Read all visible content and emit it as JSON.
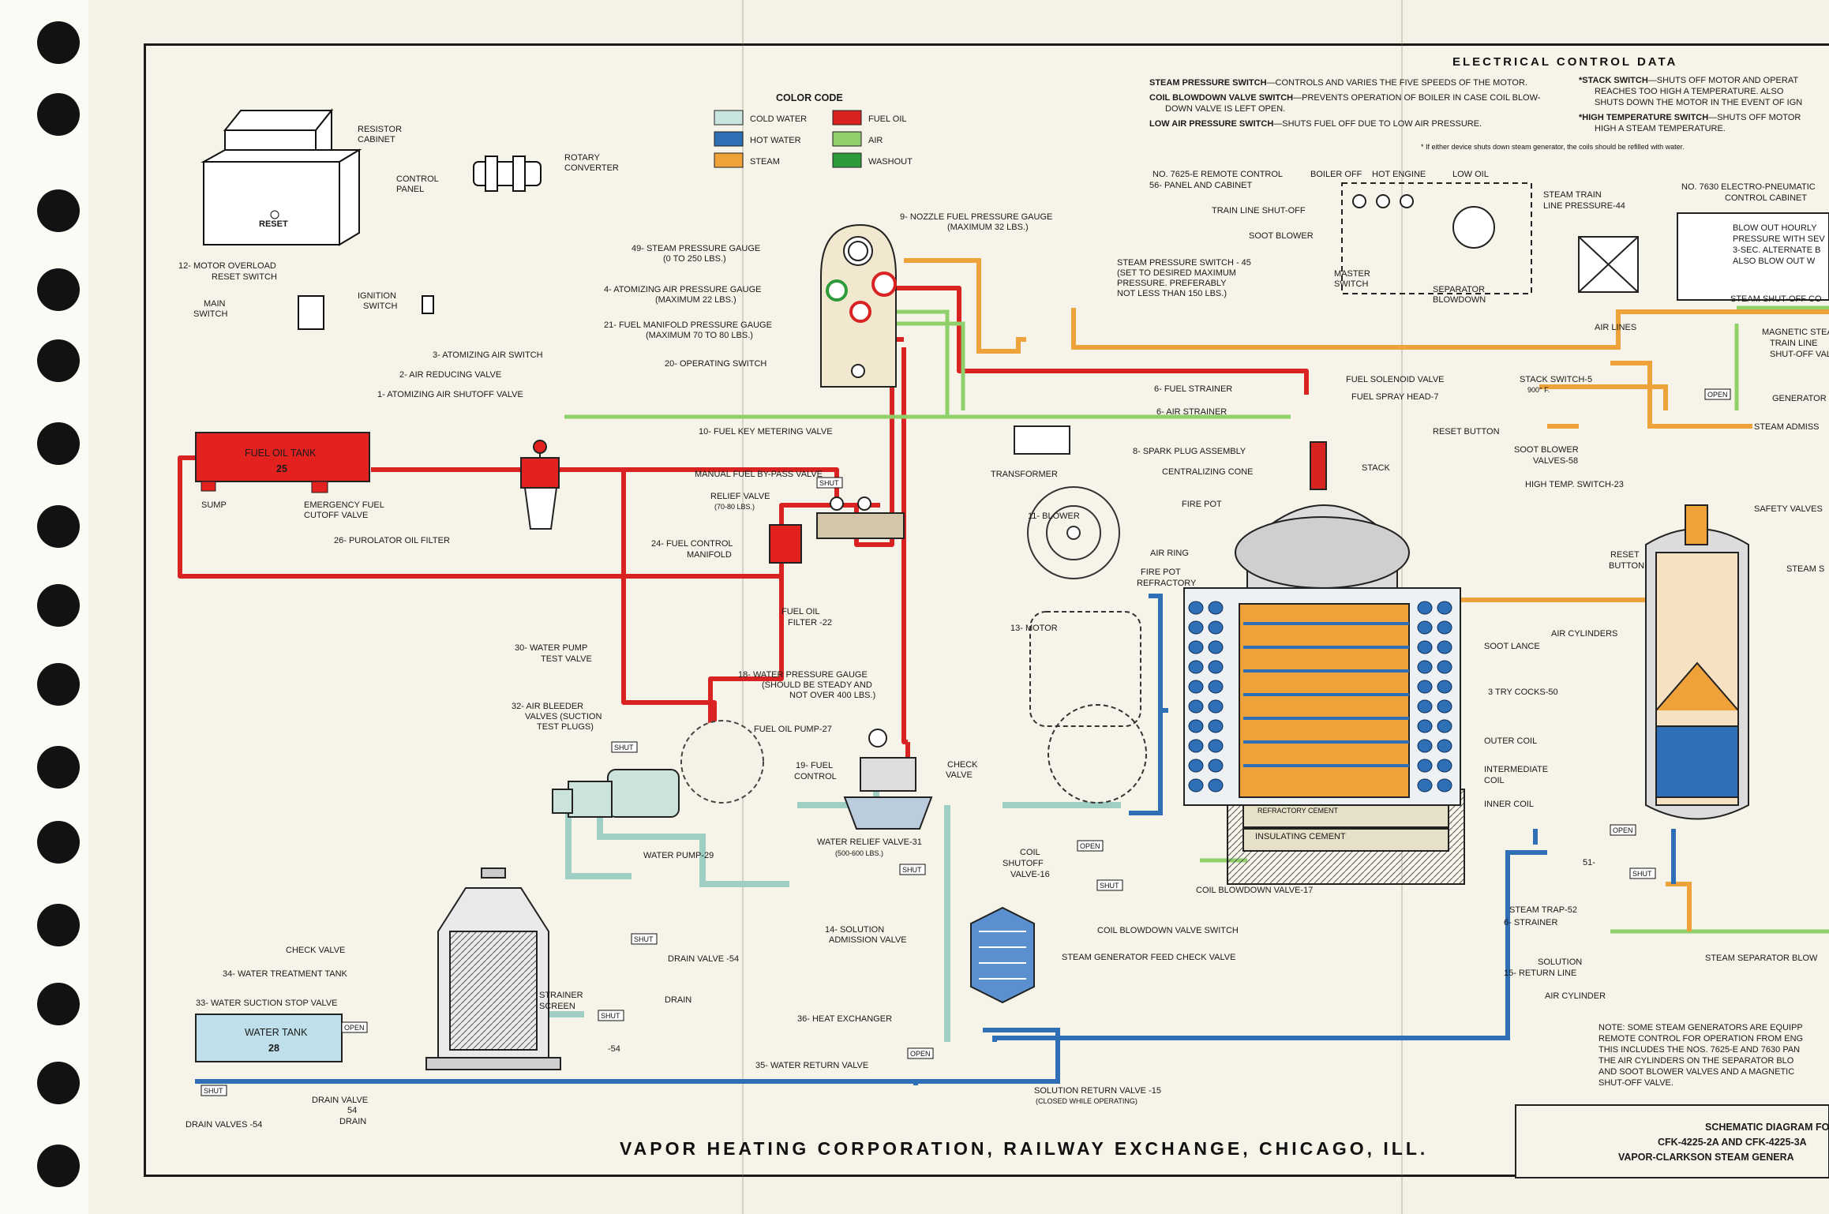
{
  "electrical": {
    "title": "ELECTRICAL CONTROL DATA",
    "lines": [
      {
        "term": "STEAM PRESSURE SWITCH",
        "text": "—CONTROLS AND VARIES THE FIVE SPEEDS OF THE MOTOR."
      },
      {
        "term": "COIL BLOWDOWN VALVE SWITCH",
        "text": "—PREVENTS OPERATION OF BOILER IN CASE COIL BLOW-"
      },
      {
        "term": "",
        "text": "DOWN VALVE IS LEFT OPEN."
      },
      {
        "term": "LOW AIR PRESSURE SWITCH",
        "text": "—SHUTS FUEL OFF DUE TO LOW AIR PRESSURE."
      }
    ],
    "right_lines": [
      {
        "term": "*STACK SWITCH",
        "text": "—SHUTS OFF MOTOR AND OPERAT"
      },
      {
        "term": "",
        "text": "REACHES TOO HIGH A TEMPERATURE. ALSO"
      },
      {
        "term": "",
        "text": "SHUTS DOWN THE MOTOR IN THE EVENT OF IGN"
      },
      {
        "term": "*HIGH TEMPERATURE SWITCH",
        "text": "—SHUTS OFF MOTOR"
      },
      {
        "term": "",
        "text": "HIGH A STEAM TEMPERATURE."
      }
    ],
    "footnote": "* If either device shuts down steam generator, the coils should be refilled with water."
  },
  "color_code": {
    "title": "COLOR CODE",
    "items": [
      {
        "label": "COLD WATER",
        "color": "#c8e6df"
      },
      {
        "label": "HOT WATER",
        "color": "#2f6fb5"
      },
      {
        "label": "STEAM",
        "color": "#f0a23a"
      },
      {
        "label": "FUEL OIL",
        "color": "#d92323"
      },
      {
        "label": "AIR",
        "color": "#8fd06a"
      },
      {
        "label": "WASHOUT",
        "color": "#2e9b3a"
      }
    ]
  },
  "labels": {
    "resistor_cabinet": [
      "RESISTOR",
      "CABINET"
    ],
    "control_panel": [
      "CONTROL",
      "PANEL"
    ],
    "rotary_converter": [
      "ROTARY",
      "CONVERTER"
    ],
    "reset": "RESET",
    "motor_overload": [
      "12- MOTOR OVERLOAD",
      "RESET SWITCH"
    ],
    "main_switch": [
      "MAIN",
      "SWITCH"
    ],
    "ignition_switch": [
      "IGNITION",
      "SWITCH"
    ],
    "nozzle_gauge": [
      "9- NOZZLE FUEL PRESSURE GAUGE",
      "(MAXIMUM 32 LBS.)"
    ],
    "steam_gauge": [
      "49- STEAM PRESSURE GAUGE",
      "(0 TO 250 LBS.)"
    ],
    "atomizing_gauge": [
      "4- ATOMIZING AIR PRESSURE GAUGE",
      "(MAXIMUM 22 LBS.)"
    ],
    "fuel_manifold_gauge": [
      "21- FUEL MANIFOLD PRESSURE GAUGE",
      "(MAXIMUM 70 TO 80 LBS.)"
    ],
    "operating_switch": "20- OPERATING SWITCH",
    "atomizing_air_switch": "3- ATOMIZING AIR SWITCH",
    "air_reducing_valve": "2- AIR REDUCING VALVE",
    "atomizing_shutoff": "1- ATOMIZING AIR SHUTOFF VALVE",
    "fuel_oil_tank": [
      "FUEL OIL TANK",
      "25"
    ],
    "sump": "SUMP",
    "emergency_cutoff": [
      "EMERGENCY FUEL",
      "CUTOFF VALVE"
    ],
    "purolator": "26- PUROLATOR OIL FILTER",
    "fuel_key_valve": "10- FUEL KEY METERING VALVE",
    "manual_bypass": "MANUAL FUEL BY-PASS VALVE",
    "relief_valve": [
      "RELIEF VALVE",
      "(70-80 LBS.)"
    ],
    "fuel_control_manifold": [
      "24- FUEL CONTROL",
      "MANIFOLD"
    ],
    "fuel_oil_filter": [
      "FUEL OIL",
      "FILTER -22"
    ],
    "water_pump_test": [
      "30- WATER PUMP",
      "TEST VALVE"
    ],
    "air_bleeder": [
      "32- AIR BLEEDER",
      "VALVES (SUCTION",
      "TEST PLUGS)"
    ],
    "water_pressure_gauge": [
      "18- WATER PRESSURE GAUGE",
      "(SHOULD BE STEADY AND",
      "NOT OVER 400 LBS.)"
    ],
    "fuel_oil_pump": "FUEL OIL PUMP-27",
    "fuel_control": [
      "19- FUEL",
      "CONTROL"
    ],
    "check_valve_mid": [
      "CHECK",
      "VALVE"
    ],
    "water_pump": "WATER PUMP-29",
    "water_relief": [
      "WATER RELIEF VALVE-31",
      "(500-600 LBS.)"
    ],
    "solution_admission": [
      "14- SOLUTION",
      "ADMISSION VALVE"
    ],
    "check_valve_left": "CHECK VALVE",
    "water_treatment_tank": "34- WATER TREATMENT TANK",
    "water_suction_stop": "33- WATER SUCTION STOP VALVE",
    "water_tank": [
      "WATER TANK",
      "28"
    ],
    "drain_valve_54": "DRAIN VALVE -54",
    "drain": "DRAIN",
    "strainer_screen": [
      "STRAINER",
      "SCREEN"
    ],
    "num_54": "-54",
    "heat_exchanger": "36- HEAT EXCHANGER",
    "water_return": "35- WATER RETURN VALVE",
    "solution_return": [
      "SOLUTION RETURN VALVE -15",
      "(CLOSED WHILE OPERATING)"
    ],
    "drain_valves_54": "DRAIN VALVES -54",
    "drain_valve_bottom": [
      "DRAIN VALVE",
      "54",
      "DRAIN"
    ],
    "transformer": "TRANSFORMER",
    "blower": "11- BLOWER",
    "motor": "13- MOTOR",
    "coil_shutoff": [
      "COIL",
      "SHUTOFF",
      "VALVE-16"
    ],
    "coil_blowdown_valve": "COIL BLOWDOWN VALVE-17",
    "coil_blowdown_switch": "COIL BLOWDOWN VALVE SWITCH",
    "feed_check": "STEAM GENERATOR FEED CHECK VALVE",
    "fuel_strainer": "6- FUEL STRAINER",
    "air_strainer": "6- AIR STRAINER",
    "fuel_solenoid": "FUEL SOLENOID VALVE",
    "fuel_spray_head": "FUEL SPRAY HEAD-7",
    "spark_plug": "8- SPARK PLUG ASSEMBLY",
    "centralizing_cone": "CENTRALIZING CONE",
    "fire_pot": "FIRE POT",
    "air_ring": "AIR RING",
    "fire_pot_refractory": [
      "FIRE POT",
      "REFRACTORY"
    ],
    "stack": "STACK",
    "reset_button": "RESET BUTTON",
    "steam_pressure_switch": [
      "STEAM PRESSURE SWITCH - 45",
      "(SET TO DESIRED MAXIMUM",
      "PRESSURE. PREFERABLY",
      "NOT LESS THAN 150 LBS.)"
    ],
    "remote_control": [
      "NO. 7625-E REMOTE CONTROL",
      "56- PANEL AND CABINET"
    ],
    "boiler_off": "BOILER OFF",
    "hot_engine": "HOT ENGINE",
    "low_oil": "LOW OIL",
    "train_line_shutoff": "TRAIN LINE SHUT-OFF",
    "soot_blower": "SOOT BLOWER",
    "master_switch": [
      "MASTER",
      "SWITCH"
    ],
    "separator_blowdown": [
      "SEPARATOR",
      "BLOWDOWN"
    ],
    "steam_train_line_pressure": [
      "STEAM TRAIN",
      "LINE PRESSURE-44"
    ],
    "electro_pneumatic": [
      "NO. 7630 ELECTRO-PNEUMATIC",
      "CONTROL CABINET"
    ],
    "blow_out": [
      "BLOW OUT HOURLY",
      "PRESSURE WITH SEV",
      "3-SEC. ALTERNATE B",
      "ALSO BLOW OUT W"
    ],
    "air_lines": "AIR LINES",
    "steam_shutoff": "STEAM SHUT-OFF CO",
    "magnetic_steam": [
      "MAGNETIC STEA",
      "TRAIN LINE",
      "SHUT-OFF VALV"
    ],
    "generator": "GENERATOR",
    "steam_admiss": "STEAM ADMISS",
    "stack_switch": [
      "STACK SWITCH-5",
      "900° F."
    ],
    "soot_blower_valves": [
      "SOOT BLOWER",
      "VALVES-58"
    ],
    "high_temp_switch": "HIGH TEMP. SWITCH-23",
    "safety_valves": "SAFETY VALVES",
    "steam_s": "STEAM S",
    "reset_button_right": [
      "RESET",
      "BUTTON"
    ],
    "air_cylinders": "AIR CYLINDERS",
    "soot_lance": "SOOT LANCE",
    "try_cocks": "3 TRY COCKS-50",
    "outer_coil": "OUTER COIL",
    "intermediate_coil": [
      "INTERMEDIATE",
      "COIL"
    ],
    "inner_coil": "INNER COIL",
    "refractory_cement": "REFRACTORY CEMENT",
    "insulating_cement": "INSULATING CEMENT",
    "num_51": "51-",
    "steam_trap": [
      "STEAM TRAP-52",
      "6- STRAINER"
    ],
    "solution_return_line": [
      "SOLUTION",
      "15- RETURN LINE"
    ],
    "air_cylinder": "AIR CYLINDER",
    "steam_separator_blow": "STEAM SEPARATOR BLOW",
    "note": [
      "NOTE: SOME STEAM GENERATORS ARE EQUIPP",
      "REMOTE CONTROL FOR OPERATION FROM ENG",
      "THIS INCLUDES THE NOS. 7625-E AND 7630 PAN",
      "THE AIR CYLINDERS ON THE SEPARATOR BLO",
      "AND SOOT BLOWER VALVES AND A MAGNETIC",
      "SHUT-OFF VALVE."
    ],
    "shut": "SHUT",
    "open": "OPEN"
  },
  "title_block": [
    "SCHEMATIC DIAGRAM FO",
    "CFK-4225-2A AND CFK-4225-3A",
    "VAPOR-CLARKSON STEAM GENERA"
  ],
  "footer": "VAPOR HEATING CORPORATION, RAILWAY EXCHANGE, CHICAGO, ILL."
}
